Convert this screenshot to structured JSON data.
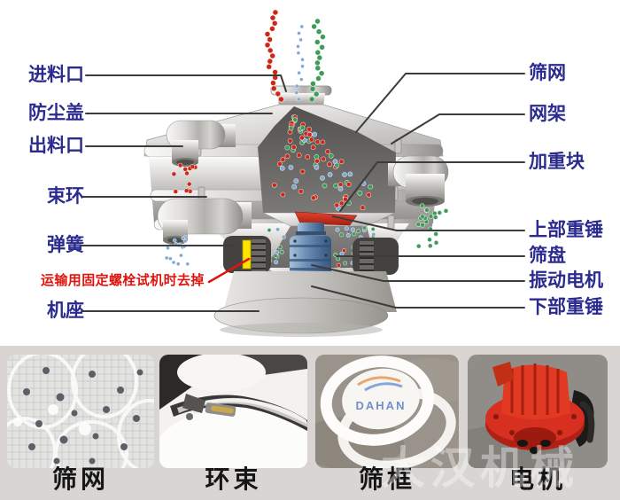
{
  "diagram": {
    "label_color": "#2b2b8f",
    "left_labels": [
      {
        "text": "进料口"
      },
      {
        "text": "防尘盖"
      },
      {
        "text": "出料口"
      },
      {
        "text": "束环"
      },
      {
        "text": "弹簧"
      },
      {
        "text": "机座"
      }
    ],
    "right_labels": [
      {
        "text": "筛网"
      },
      {
        "text": "网架"
      },
      {
        "text": "加重块"
      },
      {
        "text": "上部重锤"
      },
      {
        "text": "筛盘"
      },
      {
        "text": "振动电机"
      },
      {
        "text": "下部重锤"
      }
    ],
    "warning_note": {
      "text": "运输用固定螺栓试机时去掉",
      "color": "#e0140f"
    },
    "colors": {
      "particle_red": "#cd2817",
      "particle_green": "#3f9b59",
      "particle_blue": "#7fa8d4",
      "motor_blue": "#6d8fb5",
      "hammer_red": "#c22f17",
      "transport_bolt_yellow": "#ffe400",
      "leader_line": "#3c3c3c"
    }
  },
  "gallery": {
    "items": [
      {
        "label": "筛网"
      },
      {
        "label": "环束"
      },
      {
        "label": "筛框"
      },
      {
        "label": "电机"
      }
    ],
    "watermark": "大汉机械",
    "logo_text": "DAHAN"
  }
}
